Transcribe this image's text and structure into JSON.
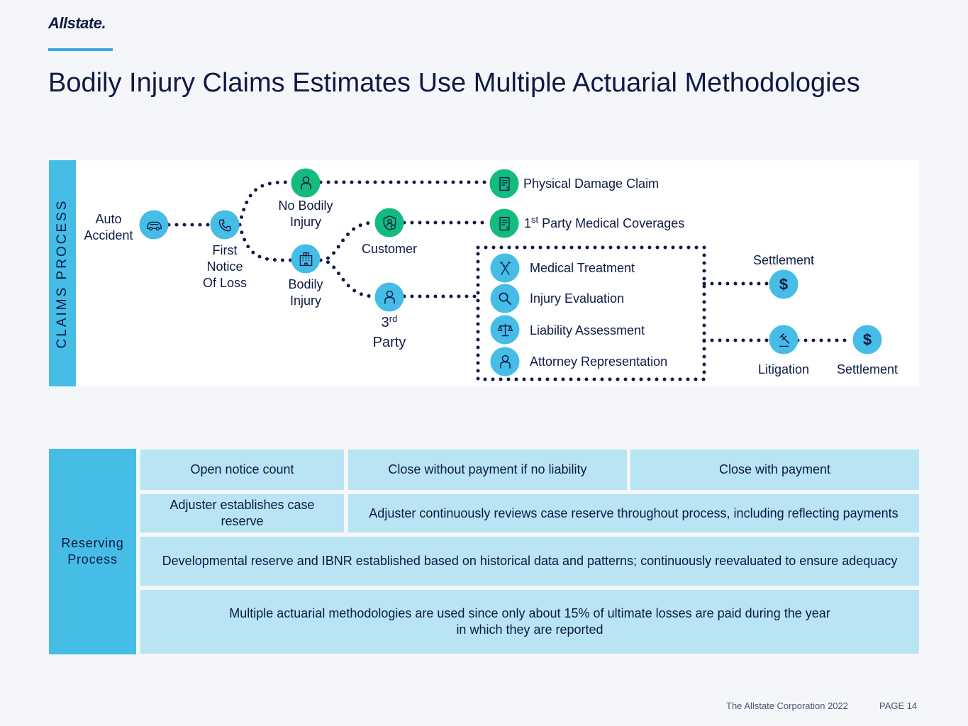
{
  "brand": {
    "logo_text": "Allstate.",
    "accent_color": "#3aa8dc",
    "navy": "#0f1a44",
    "green": "#13bb7f",
    "light_blue": "#b8e4f4"
  },
  "title": "Bodily Injury Claims Estimates Use Multiple Actuarial Methodologies",
  "claims_process": {
    "tab_label": "CLAIMS PROCESS",
    "auto_accident": {
      "line1": "Auto",
      "line2": "Accident",
      "icon": "car-icon"
    },
    "first_notice": {
      "line1": "First",
      "line2": "Notice",
      "line3": "Of Loss",
      "icon": "phone-icon"
    },
    "no_bodily_injury": {
      "line1": "No Bodily",
      "line2": "Injury",
      "icon": "person-icon"
    },
    "bodily_injury": {
      "line1": "Bodily",
      "line2": "Injury",
      "icon": "hospital-icon"
    },
    "customer": {
      "label": "Customer",
      "icon": "shield-person-icon"
    },
    "third_party": {
      "number": "3",
      "ordinal": "rd",
      "word": "Party",
      "icon": "person-icon"
    },
    "physical_damage": {
      "label": "Physical Damage Claim",
      "icon": "document-icon"
    },
    "first_party_medical": {
      "number": "1",
      "ordinal": "st",
      "rest": " Party Medical Coverages",
      "icon": "document-icon"
    },
    "steps": [
      {
        "label": "Medical Treatment",
        "icon": "crutches-icon"
      },
      {
        "label": "Injury Evaluation",
        "icon": "magnifier-icon"
      },
      {
        "label": "Liability Assessment",
        "icon": "scales-icon"
      },
      {
        "label": "Attorney Representation",
        "icon": "person-icon"
      }
    ],
    "settlement_top": {
      "label": "Settlement",
      "symbol": "$",
      "icon": "dollar-icon"
    },
    "litigation": {
      "label": "Litigation",
      "icon": "gavel-icon"
    },
    "settlement_bottom": {
      "label": "Settlement",
      "symbol": "$",
      "icon": "dollar-icon"
    }
  },
  "reserving": {
    "tab_label": "Reserving\nProcess",
    "row1": [
      "Open notice count",
      "Close without payment if no liability",
      "Close with payment"
    ],
    "row2": [
      "Adjuster establishes case reserve",
      "Adjuster continuously reviews case reserve throughout process, including reflecting payments"
    ],
    "row3": "Developmental reserve and IBNR established based on historical data and patterns; continuously reevaluated to ensure adequacy",
    "row4_line1": "Multiple actuarial methodologies are used since only about 15% of ultimate losses are paid during the year",
    "row4_line2": "in which they are reported"
  },
  "footer": {
    "corp": "The Allstate Corporation 2022",
    "page": "PAGE 14"
  }
}
